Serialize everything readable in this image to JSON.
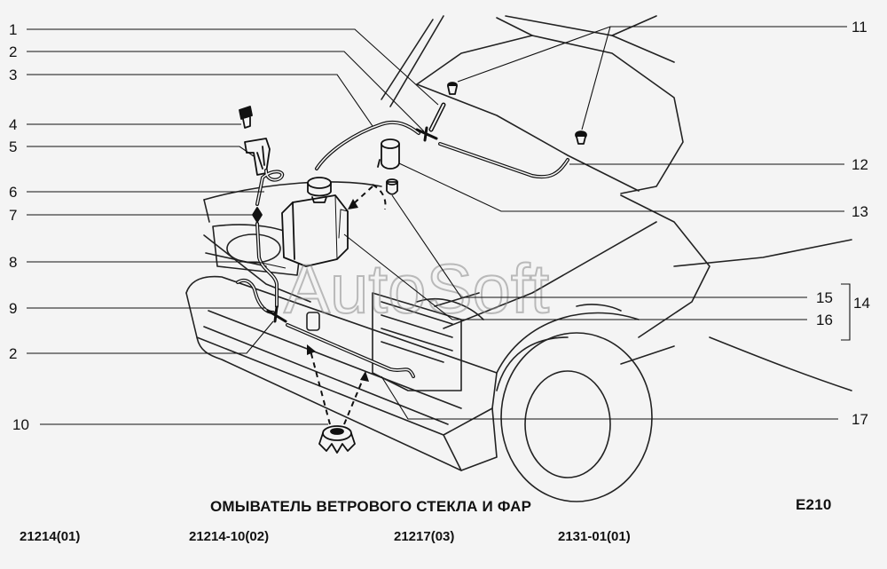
{
  "title": "ОМЫВАТЕЛЬ ВЕТРОВОГО СТЕКЛА И ФАР",
  "diagram_code": "E210",
  "watermark": "AutoSoft",
  "models": [
    "21214(01)",
    "21214-10(02)",
    "21217(03)",
    "2131-01(01)"
  ],
  "callouts": {
    "c1": "1",
    "c2": "2",
    "c3": "3",
    "c4": "4",
    "c5": "5",
    "c6": "6",
    "c7": "7",
    "c8": "8",
    "c9": "9",
    "c2b": "2",
    "c10": "10",
    "c11": "11",
    "c12": "12",
    "c13": "13",
    "c15": "15",
    "c14": "14",
    "c16": "16",
    "c17": "17"
  },
  "colors": {
    "ink": "#111111",
    "paper": "#f4f4f4",
    "watermark": "#8a8a8a"
  }
}
